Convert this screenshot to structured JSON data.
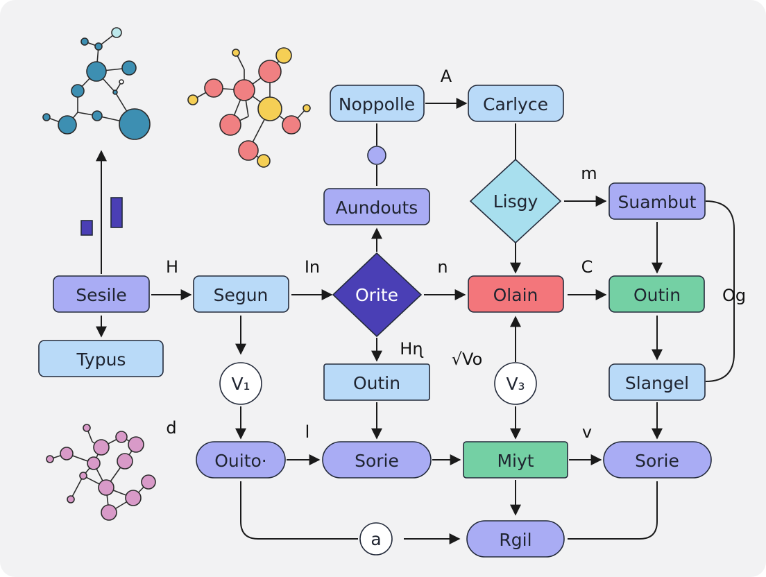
{
  "colors": {
    "background": "#f2f2f3",
    "light_blue": "#b9daf8",
    "periwinkle": "#a9acf4",
    "cyan": "#a8dfee",
    "indigo": "#4a3fb5",
    "red": "#f3767b",
    "green": "#74d0a4",
    "mol_blue": "#3d8fb2",
    "mol_red": "#f08082",
    "mol_yellow": "#f5cf55",
    "mol_pink": "#d89ac8",
    "mol_lilac": "#a9acf4",
    "mol_cyan": "#bde9ec"
  },
  "nodes": {
    "noppolle": "Noppolle",
    "carlyce": "Carlyce",
    "aundouts": "Aundouts",
    "lisgy": "Lisgy",
    "suambut": "Suambut",
    "sesile": "Sesile",
    "typus": "Typus",
    "segun": "Segun",
    "orite": "Orite",
    "olain": "Olain",
    "outin_right": "Outin",
    "outin_mid": "Outin",
    "slangel": "Slangel",
    "v1": "V₁",
    "v3": "V₃",
    "ouito": "Ouito·",
    "sorie_mid": "Sorie",
    "miyt": "Miyt",
    "sorie_right": "Sorie",
    "a_circle": "a",
    "rgil": "Rgil"
  },
  "edge_labels": {
    "A": "A",
    "m": "m",
    "H": "H",
    "In": "In",
    "n": "n",
    "C": "C",
    "Og": "Og",
    "Hn": "Hɳ",
    "Vo": "√Vo",
    "d": "d",
    "l": "l",
    "v": "v"
  }
}
